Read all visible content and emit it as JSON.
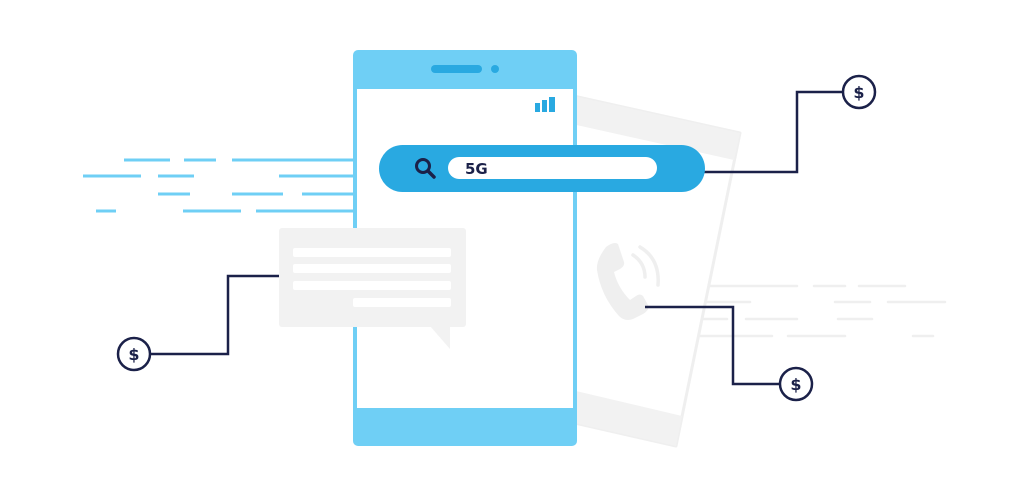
{
  "illustration": {
    "description": "Mobile search for 5G with monetization links",
    "search_bar": {
      "icon": "search-icon",
      "value": "5G"
    },
    "dollar_badges": [
      {
        "symbol": "$",
        "position": "top-right"
      },
      {
        "symbol": "$",
        "position": "left"
      },
      {
        "symbol": "$",
        "position": "bottom-right"
      }
    ],
    "icons": [
      "signal-bars-icon",
      "phone-handset-icon",
      "chat-bubble-icon",
      "dollar-icon"
    ],
    "colors": {
      "phone_frame": "#6FCFF5",
      "accent_blue": "#29A9E1",
      "navy": "#1B2149",
      "light_gray": "#F2F2F2",
      "speed_lines_left": "#6FCFF5",
      "speed_lines_right": "#EFEFEF"
    }
  }
}
